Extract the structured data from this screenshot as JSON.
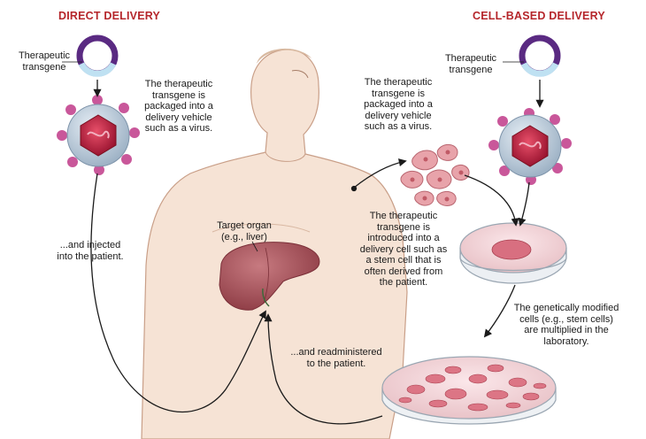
{
  "headers": {
    "direct": "DIRECT DELIVERY",
    "cell_based": "CELL-BASED DELIVERY"
  },
  "labels": {
    "transgene_left": "Therapeutic\ntransgene",
    "transgene_right": "Therapeutic\ntransgene",
    "packaged_left": "The therapeutic\ntransgene is\npackaged into a\ndelivery vehicle\nsuch as a virus.",
    "packaged_right": "The therapeutic\ntransgene is\npackaged into a\ndelivery vehicle\nsuch as a virus.",
    "injected": "...and injected\ninto the patient.",
    "target_organ": "Target organ\n(e.g., liver)",
    "introduced": "The therapeutic\ntransgene is\nintroduced into a\ndelivery cell such as\na stem cell that is\noften derived from\nthe patient.",
    "multiplied": "The genetically modified\ncells (e.g., stem cells)\nare multiplied in the\nlaboratory.",
    "readministered": "...and readministered\nto the patient."
  },
  "colors": {
    "header": "#b5262b",
    "plasmid": "#5a2a82",
    "plasmid_segment": "#bfe1f2",
    "virus_coat": "#b8c9d8",
    "virus_spikes": "#c9579a",
    "virus_core": "#c4203c",
    "skin": "#f4dccb",
    "liver": "#a8545c",
    "cells": "#e8a3aa",
    "arrow": "#1a1a1a"
  }
}
